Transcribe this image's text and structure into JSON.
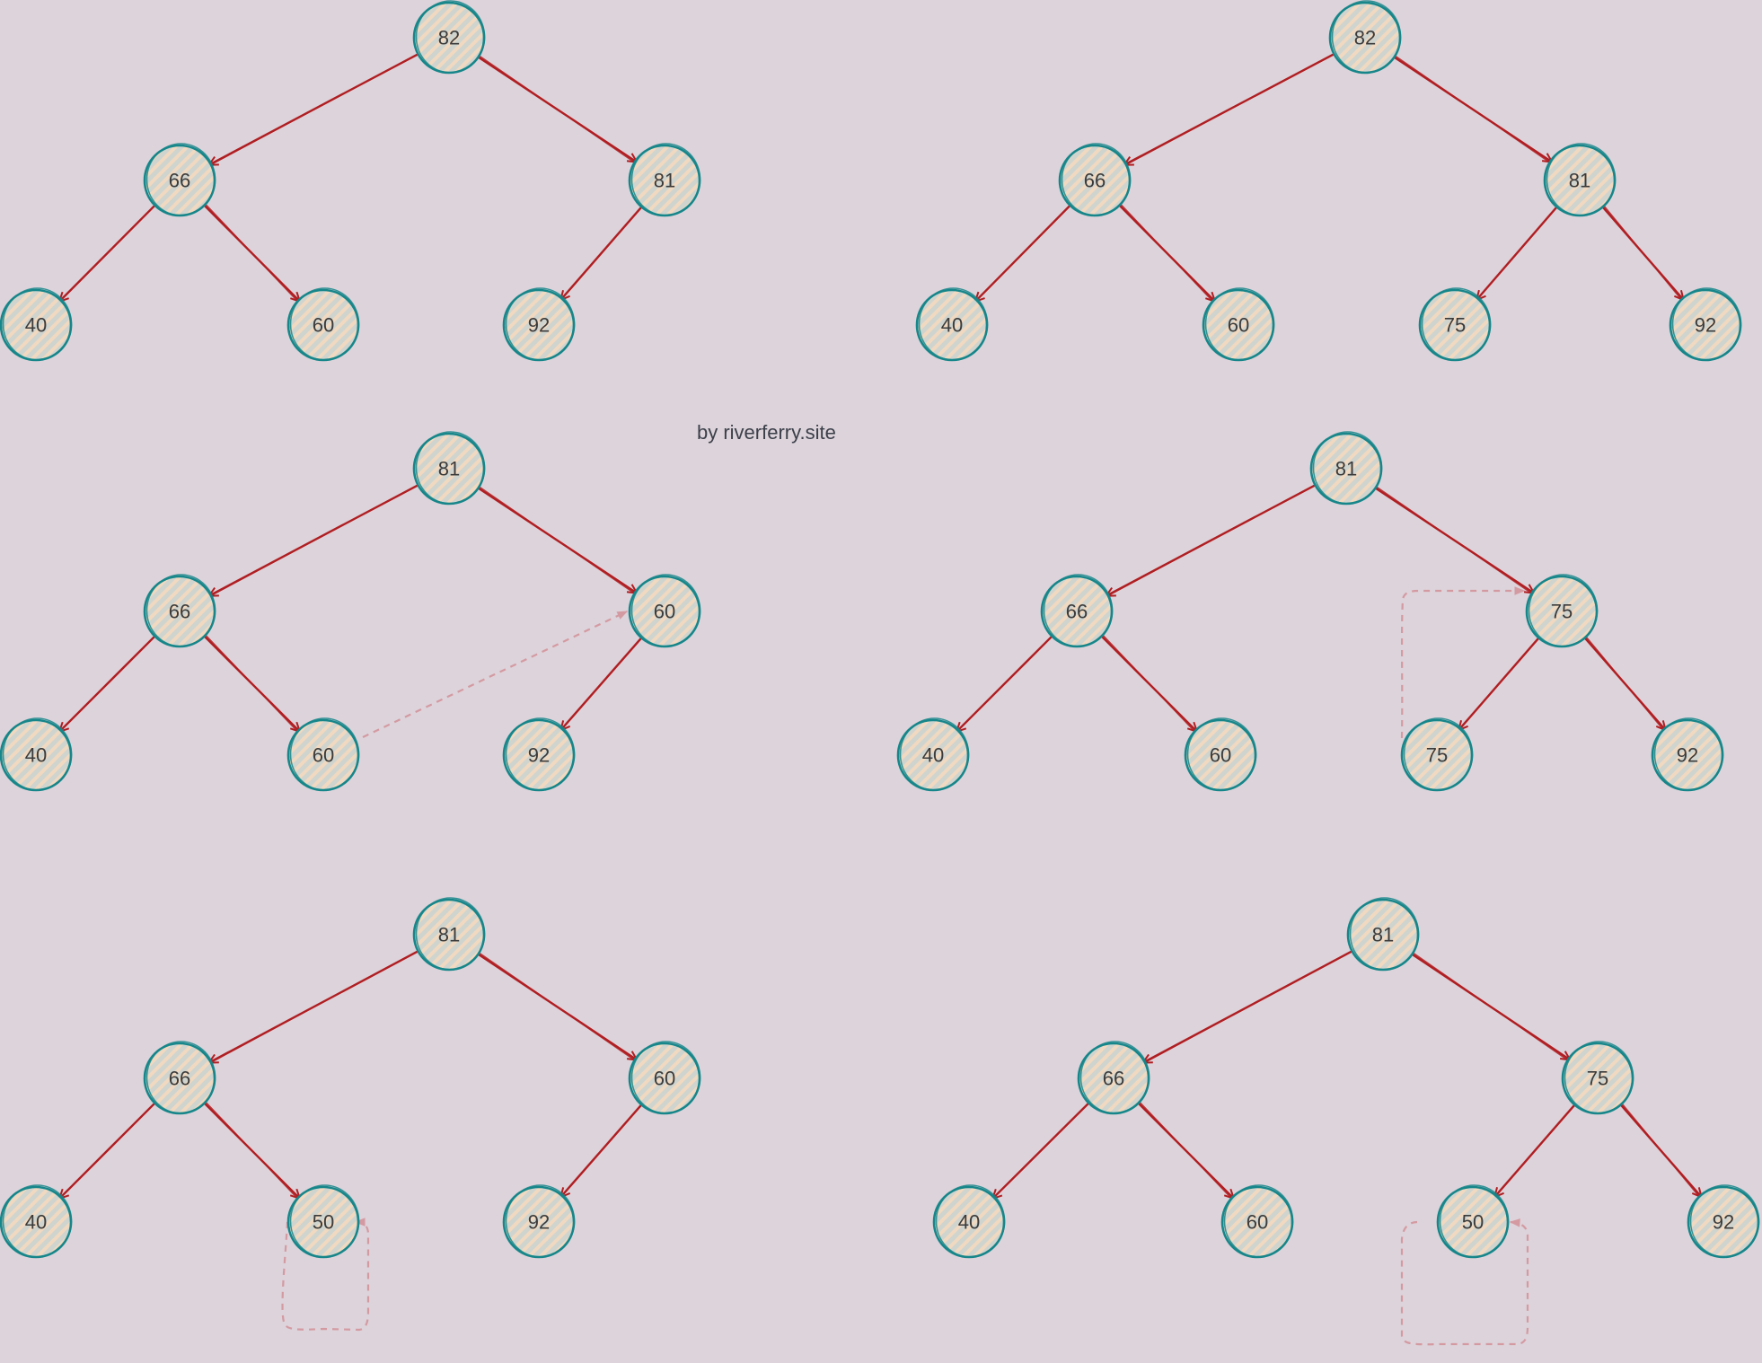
{
  "watermark": "by riverferry.site",
  "colors": {
    "background": "#ddd3da",
    "node_stroke": "#16868a",
    "edge": "#b01e22",
    "move_arrow": "#d49aa2",
    "hatch_a": "#f0d9c0",
    "hatch_b": "#cfd4cf"
  },
  "trees": [
    {
      "id": "tree-1",
      "nodes": [
        "82",
        "66",
        "81",
        "40",
        "60",
        "92"
      ],
      "edges": [
        [
          "82",
          "66"
        ],
        [
          "82",
          "81"
        ],
        [
          "66",
          "40"
        ],
        [
          "66",
          "60"
        ],
        [
          "81",
          "92"
        ]
      ]
    },
    {
      "id": "tree-2",
      "nodes": [
        "82",
        "66",
        "81",
        "40",
        "60",
        "75",
        "92"
      ],
      "edges": [
        [
          "82",
          "66"
        ],
        [
          "82",
          "81"
        ],
        [
          "66",
          "40"
        ],
        [
          "66",
          "60"
        ],
        [
          "81",
          "75"
        ],
        [
          "81",
          "92"
        ]
      ]
    },
    {
      "id": "tree-3",
      "nodes": [
        "81",
        "66",
        "60",
        "40",
        "60",
        "92"
      ],
      "edges": [
        [
          "81",
          "66"
        ],
        [
          "81",
          "60"
        ],
        [
          "66",
          "40"
        ],
        [
          "66",
          "60"
        ],
        [
          "60",
          "92"
        ]
      ],
      "moves": [
        {
          "from": "60",
          "to": "60"
        }
      ]
    },
    {
      "id": "tree-4",
      "nodes": [
        "81",
        "66",
        "75",
        "40",
        "60",
        "75",
        "92"
      ],
      "edges": [
        [
          "81",
          "66"
        ],
        [
          "81",
          "75"
        ],
        [
          "66",
          "40"
        ],
        [
          "66",
          "60"
        ],
        [
          "75",
          "75"
        ],
        [
          "75",
          "92"
        ]
      ],
      "moves": [
        {
          "from": "75",
          "to": "75"
        }
      ]
    },
    {
      "id": "tree-5",
      "nodes": [
        "81",
        "66",
        "60",
        "40",
        "50",
        "92"
      ],
      "edges": [
        [
          "81",
          "66"
        ],
        [
          "81",
          "60"
        ],
        [
          "66",
          "40"
        ],
        [
          "66",
          "50"
        ],
        [
          "60",
          "92"
        ]
      ],
      "moves": [
        {
          "from": "50",
          "to": "50"
        }
      ]
    },
    {
      "id": "tree-6",
      "nodes": [
        "81",
        "66",
        "75",
        "40",
        "60",
        "50",
        "92"
      ],
      "edges": [
        [
          "81",
          "66"
        ],
        [
          "81",
          "75"
        ],
        [
          "66",
          "40"
        ],
        [
          "66",
          "60"
        ],
        [
          "75",
          "50"
        ],
        [
          "75",
          "92"
        ]
      ],
      "moves": [
        {
          "from": "50",
          "to": "50"
        }
      ]
    }
  ]
}
